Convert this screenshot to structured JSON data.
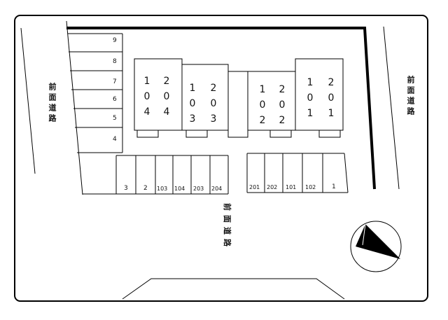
{
  "roads": {
    "left": "前面道路",
    "right": "前面道路",
    "bottom": "前面道路"
  },
  "parking_left": [
    "9",
    "8",
    "7",
    "6",
    "5",
    "4"
  ],
  "parking_bottom_left": [
    "3",
    "2",
    "103",
    "104",
    "203",
    "204"
  ],
  "parking_bottom_right": [
    "201",
    "202",
    "101",
    "102",
    "1"
  ],
  "units": {
    "b1_top": "204",
    "b1_bottom": "104",
    "b2_top": "203",
    "b2_bottom": "103",
    "b3_top": "202",
    "b3_bottom": "102",
    "b4_top": "201",
    "b4_bottom": "101"
  },
  "colors": {
    "line": "#000000",
    "background": "#ffffff"
  },
  "icons": {
    "compass": "north-arrow-icon"
  }
}
